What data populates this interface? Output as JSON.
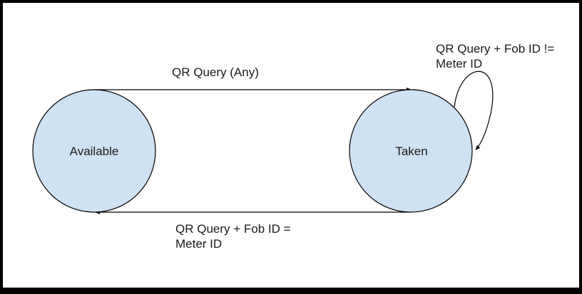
{
  "states": [
    {
      "id": "available",
      "label": "Available"
    },
    {
      "id": "taken",
      "label": "Taken"
    }
  ],
  "transitions": [
    {
      "from": "available",
      "to": "taken",
      "label_lines": [
        "QR Query (Any)"
      ]
    },
    {
      "from": "taken",
      "to": "available",
      "label_lines": [
        "QR Query + Fob ID =",
        "Meter ID"
      ]
    },
    {
      "from": "taken",
      "to": "taken",
      "label_lines": [
        "QR Query + Fob ID !=",
        "Meter ID"
      ]
    }
  ],
  "colors": {
    "frame_border": "#000000",
    "background": "#ffffff",
    "state_fill": "#cfe2f3",
    "stroke": "#000000",
    "text": "#1a1a1a"
  }
}
